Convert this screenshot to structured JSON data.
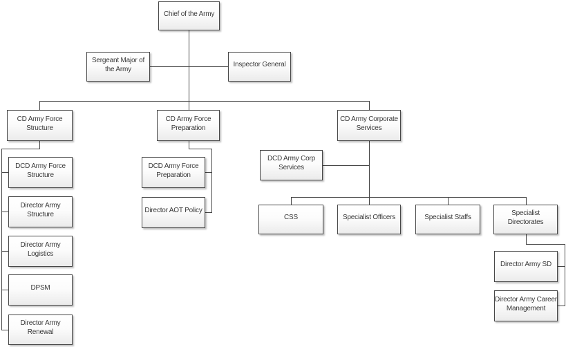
{
  "diagram": {
    "type": "org-chart"
  },
  "colors": {
    "background": "#ffffff",
    "box_border": "#474747",
    "box_fill_top": "#ffffff",
    "box_fill_bottom": "#ebebeb",
    "connector": "#474747",
    "text": "#383838"
  },
  "nodes": {
    "chief": {
      "label": "Chief of the Army"
    },
    "sergeant_major": {
      "label": "Sergeant Major of the Army"
    },
    "inspector_general": {
      "label": "Inspector General"
    },
    "cd_force_structure": {
      "label": "CD Army Force Structure"
    },
    "cd_force_preparation": {
      "label": "CD Army Force Preparation"
    },
    "cd_corporate_services": {
      "label": "CD Army Corporate Services"
    },
    "dcd_force_structure": {
      "label": "DCD Army Force Structure"
    },
    "director_army_structure": {
      "label": "Director Army Structure"
    },
    "director_army_logistics": {
      "label": "Director Army Logistics"
    },
    "dpsm": {
      "label": "DPSM"
    },
    "director_army_renewal": {
      "label": "Director Army Renewal"
    },
    "dcd_force_preparation": {
      "label": "DCD Army Force Preparation"
    },
    "director_aot_policy": {
      "label": "Director AOT Policy"
    },
    "dcd_corp_services": {
      "label": "DCD Army Corp Services"
    },
    "css": {
      "label": "CSS"
    },
    "specialist_officers": {
      "label": "Specialist Officers"
    },
    "specialist_staffs": {
      "label": "Specialist Staffs"
    },
    "specialist_directorates": {
      "label": "Specialist Directorates"
    },
    "director_army_sd": {
      "label": "Director Army SD"
    },
    "director_army_career_management": {
      "label": "Director Army Career Management"
    }
  },
  "edges": [
    {
      "from": "Chief of the Army",
      "to": "Sergeant Major of the Army"
    },
    {
      "from": "Chief of the Army",
      "to": "Inspector General"
    },
    {
      "from": "Chief of the Army",
      "to": "CD Army Force Structure"
    },
    {
      "from": "Chief of the Army",
      "to": "CD Army Force Preparation"
    },
    {
      "from": "Chief of the Army",
      "to": "CD Army Corporate Services"
    },
    {
      "from": "CD Army Force Structure",
      "to": "DCD Army Force Structure"
    },
    {
      "from": "CD Army Force Structure",
      "to": "Director Army Structure"
    },
    {
      "from": "CD Army Force Structure",
      "to": "Director Army Logistics"
    },
    {
      "from": "CD Army Force Structure",
      "to": "DPSM"
    },
    {
      "from": "CD Army Force Structure",
      "to": "Director Army Renewal"
    },
    {
      "from": "CD Army Force Preparation",
      "to": "DCD Army Force Preparation"
    },
    {
      "from": "CD Army Force Preparation",
      "to": "Director AOT Policy"
    },
    {
      "from": "CD Army Corporate Services",
      "to": "DCD Army Corp Services"
    },
    {
      "from": "CD Army Corporate Services",
      "to": "CSS"
    },
    {
      "from": "CD Army Corporate Services",
      "to": "Specialist Officers"
    },
    {
      "from": "CD Army Corporate Services",
      "to": "Specialist Staffs"
    },
    {
      "from": "CD Army Corporate Services",
      "to": "Specialist Directorates"
    },
    {
      "from": "Specialist Directorates",
      "to": "Director Army SD"
    },
    {
      "from": "Specialist Directorates",
      "to": "Director Army Career Management"
    }
  ]
}
